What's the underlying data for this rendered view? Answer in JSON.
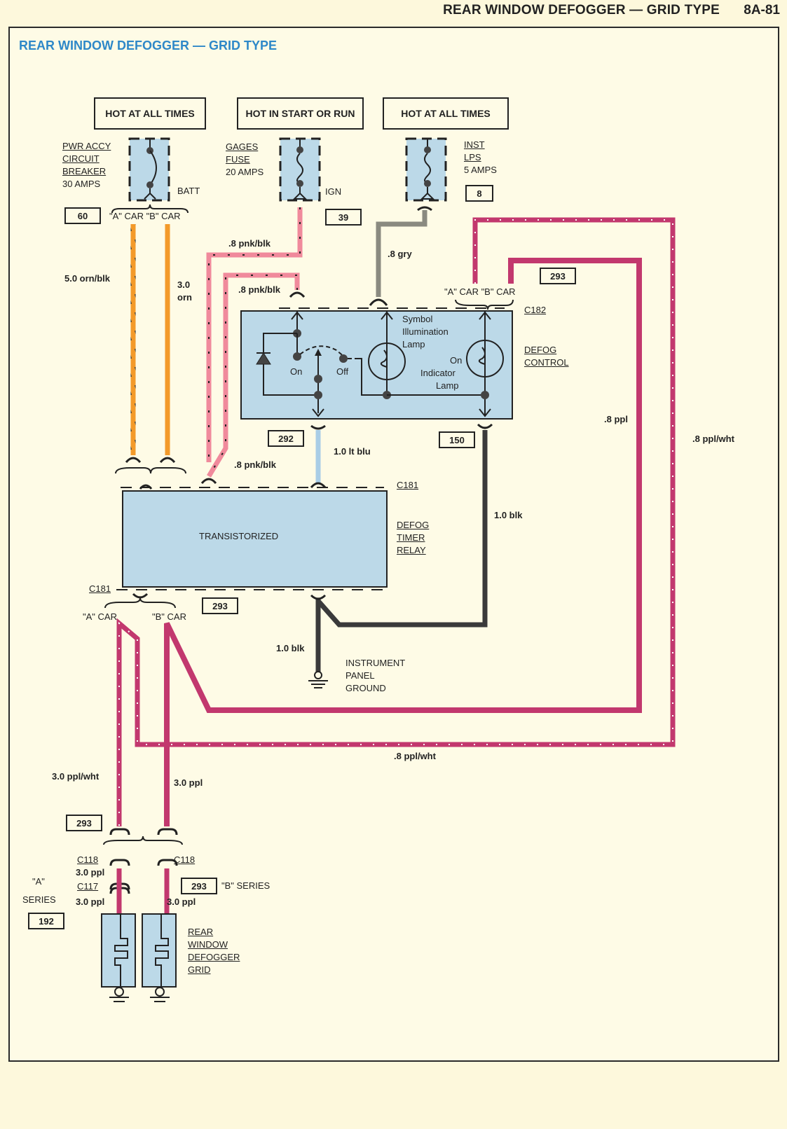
{
  "header": {
    "title": "REAR WINDOW DEFOGGER — GRID TYPE",
    "page_number": "8A-81"
  },
  "diagram_title": "REAR WINDOW DEFOGGER — GRID TYPE",
  "power_sources": [
    {
      "label": "HOT AT ALL TIMES"
    },
    {
      "label": "HOT IN START OR RUN"
    },
    {
      "label": "HOT AT ALL TIMES"
    }
  ],
  "protection": {
    "breaker": {
      "name_lines": [
        "PWR ACCY",
        "CIRCUIT",
        "BREAKER"
      ],
      "rating": "30 AMPS",
      "terminal": "BATT",
      "circuit": "60",
      "variant_label": "\"A\" CAR \"B\" CAR"
    },
    "gages_fuse": {
      "name_lines": [
        "GAGES",
        "FUSE"
      ],
      "rating": "20 AMPS",
      "terminal": "IGN",
      "circuit": "39"
    },
    "inst_lps_fuse": {
      "name_lines": [
        "INST",
        "LPS"
      ],
      "rating": "5 AMPS",
      "circuit": "8"
    }
  },
  "wires": {
    "orn_blk": "5.0 orn/blk",
    "orn_gauge": "3.0",
    "orn_color": "orn",
    "pnk_blk_top": ".8 pnk/blk",
    "pnk_blk_inner": ".8 pnk/blk",
    "pnk_blk_lower": ".8 pnk/blk",
    "gry": ".8 gry",
    "lt_blu": "1.0 lt blu",
    "blk_right": "1.0 blk",
    "blk_ground": "1.0 blk",
    "ppl": ".8 ppl",
    "ppl_wht_right": ".8 ppl/wht",
    "ppl_wht_bottom": ".8 ppl/wht",
    "ppl_wht_left": "3.0 ppl/wht",
    "ppl_left": "3.0 ppl",
    "c118_a_wire": "3.0 ppl",
    "c117_a_wire": "3.0 ppl",
    "b_series_wire": "3.0 ppl"
  },
  "defog_control": {
    "name_lines": [
      "DEFOG",
      "CONTROL"
    ],
    "connector": "C182",
    "variant_label": "\"A\" CAR \"B\" CAR",
    "circuit_top": "293",
    "circuit_left": "292",
    "circuit_right": "150",
    "switch_on": "On",
    "switch_off": "Off",
    "symbol_lamp_lines": [
      "Symbol",
      "Illumination",
      "Lamp"
    ],
    "indicator_lamp_lines": [
      "On",
      "Indicator",
      "Lamp"
    ]
  },
  "timer_relay": {
    "body_text": "TRANSISTORIZED",
    "name_lines": [
      "DEFOG",
      "TIMER",
      "RELAY"
    ],
    "connector_top": "C181",
    "connector_bottom": "C181",
    "circuit_bottom": "293",
    "variant_a": "\"A\" CAR",
    "variant_b": "\"B\" CAR"
  },
  "ground": {
    "label_lines": [
      "INSTRUMENT",
      "PANEL",
      "GROUND"
    ]
  },
  "grid": {
    "circuit_upper": "293",
    "connector_c118_left": "C118",
    "connector_c118_right": "C118",
    "connector_c117": "C117",
    "a_series_lines": [
      "\"A\"",
      "SERIES"
    ],
    "a_series_circuit": "192",
    "b_series_circuit": "293",
    "b_series_label": "\"B\" SERIES",
    "name_lines": [
      "REAR",
      "WINDOW",
      "DEFOGGER",
      "GRID"
    ]
  },
  "colors": {
    "title_blue": "#2e88c8",
    "component_fill": "#bcd9e8",
    "wire_orange": "#f39a2a",
    "wire_pink": "#f08a9c",
    "wire_purple": "#c2386e",
    "wire_gray": "#8a8a80",
    "wire_black": "#3a3a3a",
    "wire_lt_blue": "#a9cde6"
  }
}
